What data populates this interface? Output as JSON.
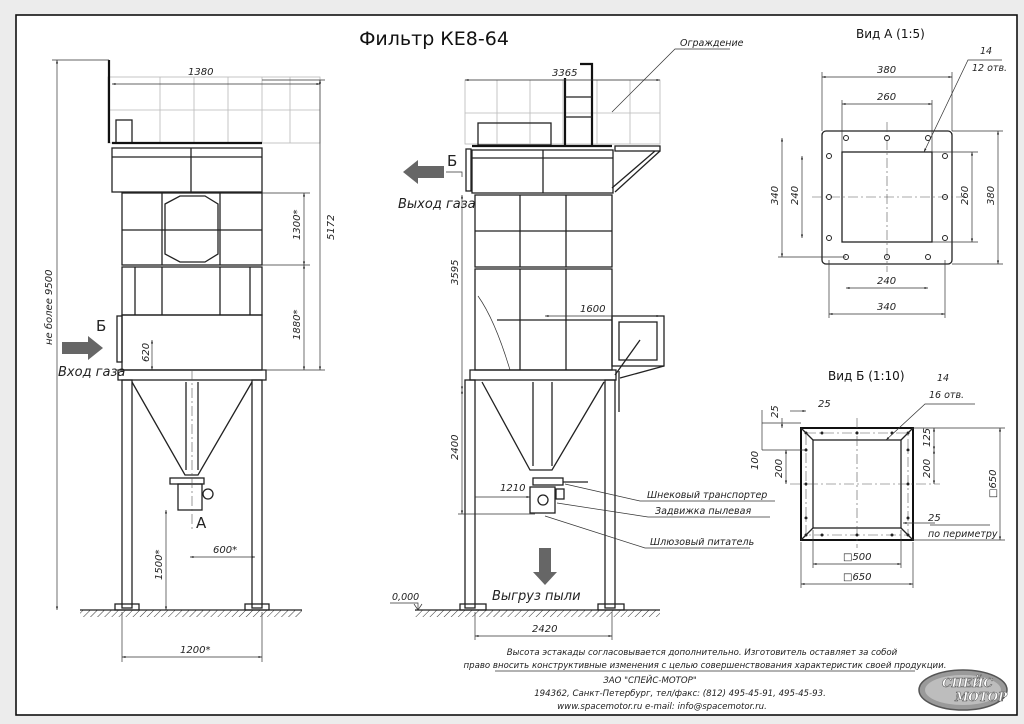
{
  "title": "Фильтр КЕ8-64",
  "left_view": {
    "dim_width_top": "1380",
    "dim_height_total": "5172",
    "dim_section_1": "1300*",
    "dim_section_2": "1880*",
    "dim_overall": "не более 9500",
    "dim_inlet": "620",
    "dim_leg_height": "1500*",
    "dim_outlet_offset": "600*",
    "dim_leg_span": "1200*",
    "section_mark": "Б",
    "view_mark": "А",
    "inlet_label": "Вход газа"
  },
  "front_view": {
    "dim_width_top": "3365",
    "dim_height_body": "3595",
    "dim_side": "1600",
    "dim_hopper": "2400",
    "dim_feeder": "1210",
    "dim_leg_span": "2420",
    "section_mark": "Б",
    "outlet_label": "Выход газа",
    "level_mark": "0,000",
    "dust_label": "Выгруз пыли",
    "callouts": [
      "Ограждение",
      "Шнековый транспортер",
      "Задвижка пылевая",
      "Шлюзовый питатель"
    ]
  },
  "view_a": {
    "title": "Вид А (1:5)",
    "hole_dia": "14",
    "hole_count": "12 отв.",
    "dims": {
      "outer_w": "380",
      "inner_w": "260",
      "hole_w": "240",
      "hole_w2": "340",
      "left_outer": "340",
      "left_inner": "240",
      "right_inner": "260",
      "right_outer": "380"
    }
  },
  "view_b": {
    "title": "Вид Б (1:10)",
    "hole_dia": "14",
    "hole_count": "16 отв.",
    "dims": {
      "top_25": "25",
      "side_25": "25",
      "d100": "100",
      "d200l": "200",
      "d125": "125",
      "d200r": "200",
      "sq650r": "□650",
      "perim_25": "25",
      "perim_label": "по периметру",
      "sq500": "□500",
      "sq650": "□650"
    }
  },
  "notes": {
    "line1": "Высота эстакады согласовывается дополнительно. Изготовитель оставляет за собой",
    "line2": "право вносить конструктивные изменения с целью совершенствования характеристик своей продукции.",
    "company": "ЗАО \"СПЕЙС-МОТОР\"",
    "address": "194362, Санкт-Петербург, тел/факс: (812) 495-45-91, 495-45-93.",
    "contacts": "www.spacemotor.ru   e-mail: info@spacemotor.ru."
  },
  "logo": {
    "text": "СПЕЙС МОТОР",
    "color": "#8c8c8c"
  }
}
